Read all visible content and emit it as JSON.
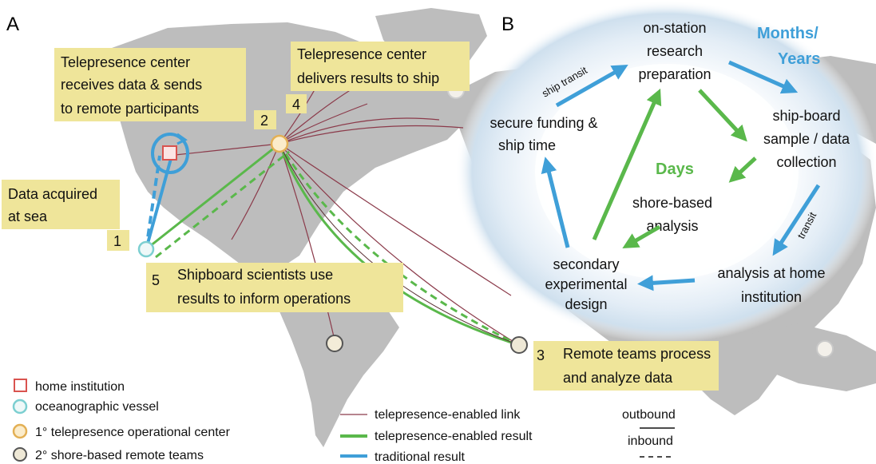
{
  "panel_a": {
    "letter": "A",
    "steps": {
      "s1": {
        "number": "1",
        "lines": [
          "Data acquired",
          "at sea"
        ]
      },
      "s2": {
        "number": "2",
        "lines": [
          "Telepresence center",
          "receives data & sends",
          "to remote participants"
        ]
      },
      "s3": {
        "number": "3",
        "lines": [
          "Remote teams process",
          "and analyze data"
        ]
      },
      "s4": {
        "number": "4",
        "lines": [
          "Telepresence center",
          "delivers results to ship"
        ]
      },
      "s5": {
        "number": "5",
        "lines": [
          "Shipboard scientists use",
          "results to inform operations"
        ]
      }
    },
    "legend_symbols": [
      "home institution",
      "oceanographic vessel",
      "1° telepresence operational center",
      "2° shore-based remote teams"
    ],
    "legend_lines": [
      "telepresence-enabled link",
      "telepresence-enabled result",
      "traditional result"
    ],
    "legend_direction": {
      "outbound": "outbound",
      "inbound": "inbound"
    }
  },
  "panel_b": {
    "letter": "B",
    "scale_outer": [
      "Months/",
      "Years"
    ],
    "scale_inner": "Days",
    "nodes": {
      "onstation": [
        "on-station",
        "research",
        "preparation"
      ],
      "shipboard": [
        "ship-board",
        "sample / data",
        "collection"
      ],
      "home": [
        "analysis at home",
        "institution"
      ],
      "secondary": [
        "secondary",
        "experimental",
        "design"
      ],
      "funding": [
        "secure funding &",
        "ship time"
      ],
      "shore": [
        "shore-based",
        "analysis"
      ]
    },
    "arrow_labels": {
      "ship_transit": "ship transit",
      "transit": "transit"
    }
  },
  "colors": {
    "link": "#8b3a4a",
    "telepresence_result": "#5ab84b",
    "traditional_result": "#3f9fd8",
    "label_bg": "#efe59a",
    "home_institution": "#d9534f",
    "vessel": "#7ccfd1",
    "primary_center": "#e3b055",
    "remote_team": "#555555"
  }
}
